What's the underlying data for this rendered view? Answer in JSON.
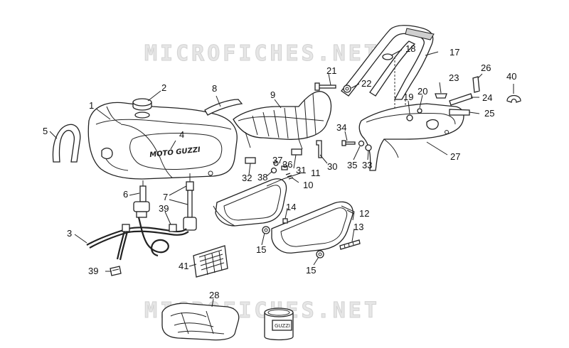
{
  "watermark": {
    "text_top": "MICROFICHES.NET",
    "text_bottom": "MICROFICHES.NET"
  },
  "tank_logo": "MOTO GUZZI",
  "can_label": "GUZZI",
  "callouts": [
    {
      "id": "1",
      "label": "1"
    },
    {
      "id": "2",
      "label": "2"
    },
    {
      "id": "3",
      "label": "3"
    },
    {
      "id": "4",
      "label": "4"
    },
    {
      "id": "5",
      "label": "5"
    },
    {
      "id": "6",
      "label": "6"
    },
    {
      "id": "7",
      "label": "7"
    },
    {
      "id": "8",
      "label": "8"
    },
    {
      "id": "9",
      "label": "9"
    },
    {
      "id": "10",
      "label": "10"
    },
    {
      "id": "11",
      "label": "11"
    },
    {
      "id": "12",
      "label": "12"
    },
    {
      "id": "13",
      "label": "13"
    },
    {
      "id": "14",
      "label": "14"
    },
    {
      "id": "15a",
      "label": "15"
    },
    {
      "id": "15b",
      "label": "15"
    },
    {
      "id": "17",
      "label": "17"
    },
    {
      "id": "18",
      "label": "18"
    },
    {
      "id": "19",
      "label": "19"
    },
    {
      "id": "20",
      "label": "20"
    },
    {
      "id": "21",
      "label": "21"
    },
    {
      "id": "22",
      "label": "22"
    },
    {
      "id": "23",
      "label": "23"
    },
    {
      "id": "24",
      "label": "24"
    },
    {
      "id": "25",
      "label": "25"
    },
    {
      "id": "26",
      "label": "26"
    },
    {
      "id": "27",
      "label": "27"
    },
    {
      "id": "28",
      "label": "28"
    },
    {
      "id": "30",
      "label": "30"
    },
    {
      "id": "31",
      "label": "31"
    },
    {
      "id": "32",
      "label": "32"
    },
    {
      "id": "33",
      "label": "33"
    },
    {
      "id": "34",
      "label": "34"
    },
    {
      "id": "35",
      "label": "35"
    },
    {
      "id": "36",
      "label": "36"
    },
    {
      "id": "37",
      "label": "37"
    },
    {
      "id": "38",
      "label": "38"
    },
    {
      "id": "39a",
      "label": "39"
    },
    {
      "id": "39b",
      "label": "39"
    },
    {
      "id": "40",
      "label": "40"
    },
    {
      "id": "41",
      "label": "41"
    }
  ]
}
